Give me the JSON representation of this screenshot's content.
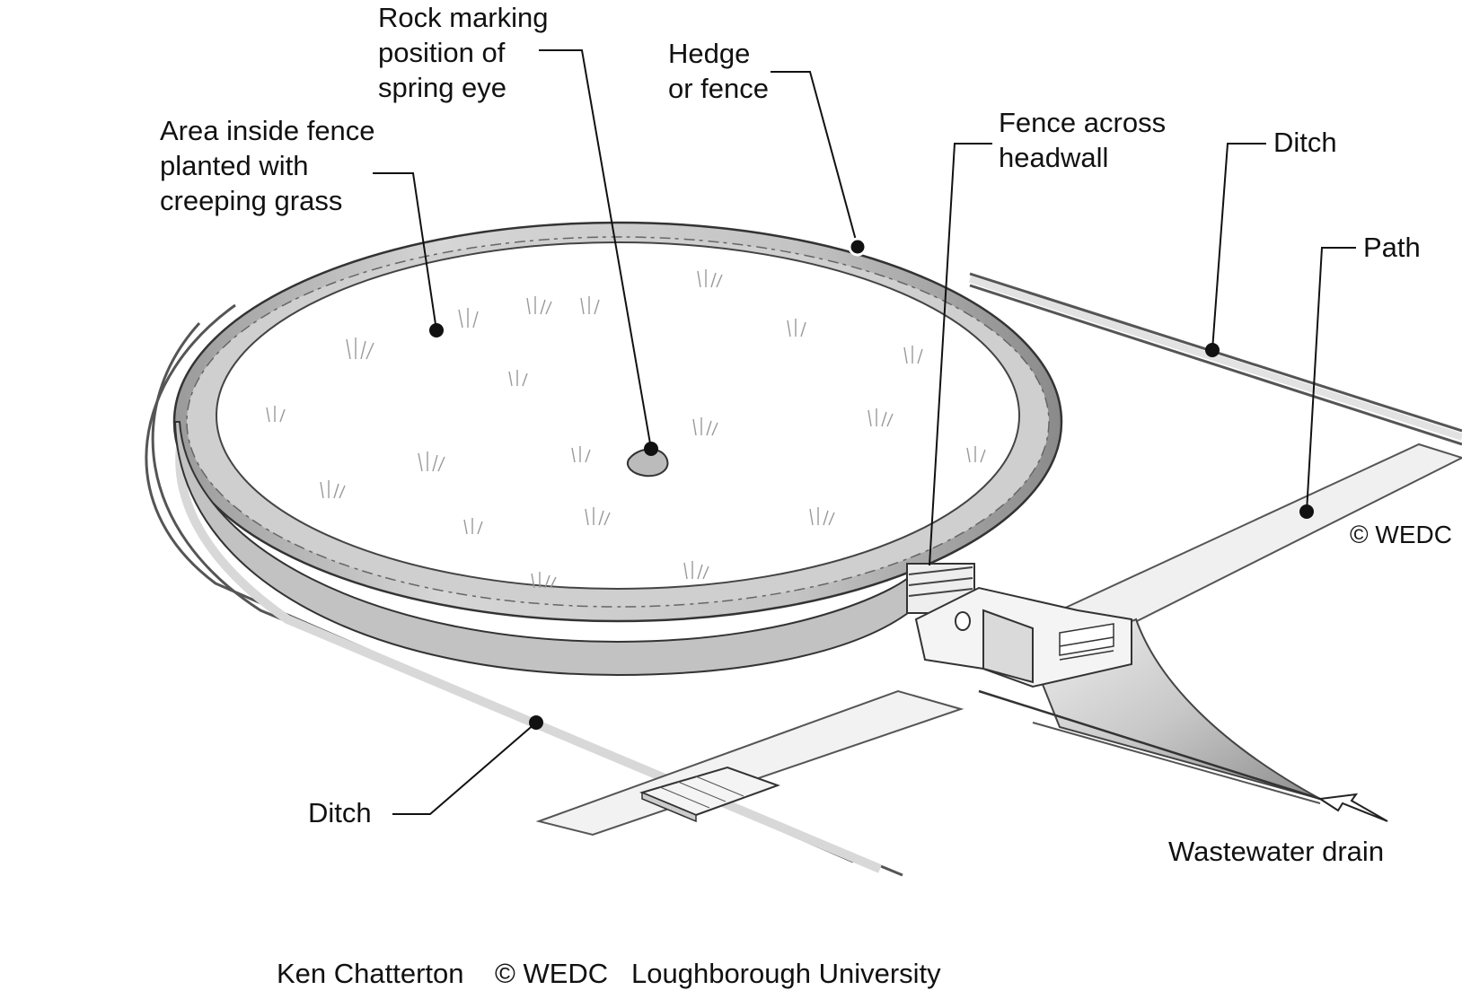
{
  "labels": {
    "rock_marking": [
      "Rock marking",
      "position of",
      "spring eye"
    ],
    "area_inside": [
      "Area inside fence",
      "planted with",
      "creeping grass"
    ],
    "hedge": [
      "Hedge",
      "or fence"
    ],
    "fence_headwall": [
      "Fence across",
      "headwall"
    ],
    "ditch_top": "Ditch",
    "path": "Path",
    "ditch_bottom": "Ditch",
    "wastewater": "Wastewater drain",
    "wedc_mark": "©  WEDC"
  },
  "credit": {
    "author": "Ken Chatterton",
    "copyright": "©  WEDC",
    "institution": "Loughborough University"
  },
  "colors": {
    "ink": "#111111",
    "hedge_light": "#dcdcdc",
    "hedge_mid": "#b8b8b8",
    "hedge_dark": "#8a8a8a",
    "ground": "#ffffff",
    "grass": "#999999",
    "ditch": "#d8d8d8"
  }
}
